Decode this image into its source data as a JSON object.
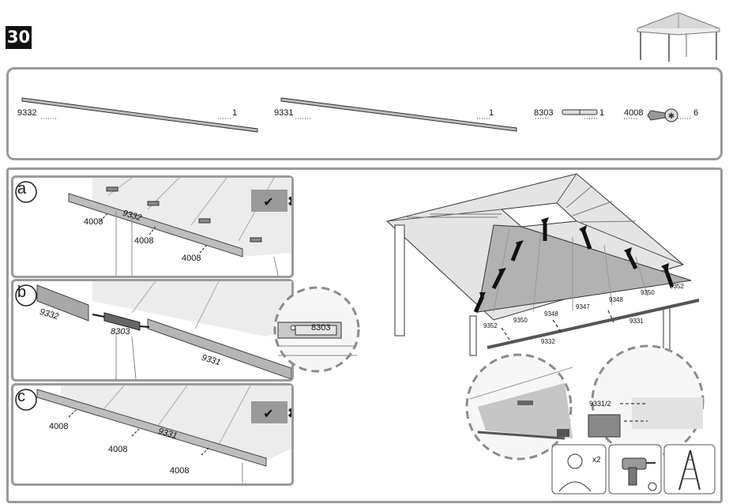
{
  "step": "30",
  "parts": [
    {
      "code": "9332",
      "qty": "1"
    },
    {
      "code": "9331",
      "qty": "1"
    },
    {
      "code": "8303",
      "qty": "1"
    },
    {
      "code": "4008",
      "qty": "6"
    }
  ],
  "panel_a": {
    "letter": "a",
    "part_label": "9332",
    "screw_labels": [
      "4008",
      "4008",
      "4008"
    ]
  },
  "panel_b": {
    "letter": "b",
    "left_label": "9332",
    "center_label": "8303",
    "right_label": "9331",
    "detail_label": "8303"
  },
  "panel_c": {
    "letter": "c",
    "part_label": "9331",
    "screw_labels": [
      "4008",
      "4008",
      "4008"
    ]
  },
  "overview": {
    "panel_labels": [
      "9352",
      "9350",
      "9348",
      "9347",
      "9348",
      "9350",
      "9352"
    ],
    "rail_labels": [
      "9331",
      "9332"
    ],
    "detail_label": "9331/2"
  },
  "people_count": "x2"
}
